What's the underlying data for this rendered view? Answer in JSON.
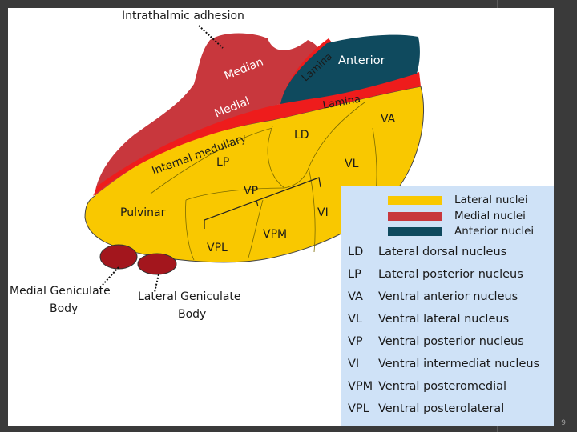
{
  "colors": {
    "lateral": "#f9c800",
    "medial": "#c8373d",
    "anterior": "#0f4a5e",
    "lamina": "#ee1c1c",
    "gen_body": "#a3161d",
    "key_bg": "#cfe2f7"
  },
  "labels": {
    "intrathalamic": "Intrathalmic adhesion",
    "median": "Median",
    "medial": "Medial",
    "internal_medullary": "Internal medullary",
    "lamina_top": "Lamina",
    "lamina_right": "Lamina",
    "anterior": "Anterior",
    "ld": "LD",
    "va": "VA",
    "lp": "LP",
    "vl": "VL",
    "vp": "VP",
    "vi": "VI",
    "vpm": "VPM",
    "vpl": "VPL",
    "pulvinar": "Pulvinar",
    "mgb_line1": "Medial Geniculate",
    "mgb_line2": "Body",
    "lgb_line1": "Lateral Geniculate",
    "lgb_line2": "Body"
  },
  "legend": [
    {
      "label": "Lateral nuclei",
      "color": "#f9c800"
    },
    {
      "label": "Medial nuclei",
      "color": "#c8373d"
    },
    {
      "label": "Anterior nuclei",
      "color": "#0f4a5e"
    }
  ],
  "abbreviations": [
    {
      "abbr": "LD",
      "full": "Lateral dorsal nucleus"
    },
    {
      "abbr": "LP",
      "full": "Lateral posterior nucleus"
    },
    {
      "abbr": "VA",
      "full": "Ventral anterior nucleus"
    },
    {
      "abbr": "VL",
      "full": "Ventral lateral nucleus"
    },
    {
      "abbr": "VP",
      "full": "Ventral posterior nucleus"
    },
    {
      "abbr": "VI",
      "full": "Ventral intermediat nucleus"
    },
    {
      "abbr": "VPM",
      "full": "Ventral posteromedial"
    },
    {
      "abbr": "VPL",
      "full": "Ventral posterolateral"
    }
  ],
  "page_number": "9"
}
